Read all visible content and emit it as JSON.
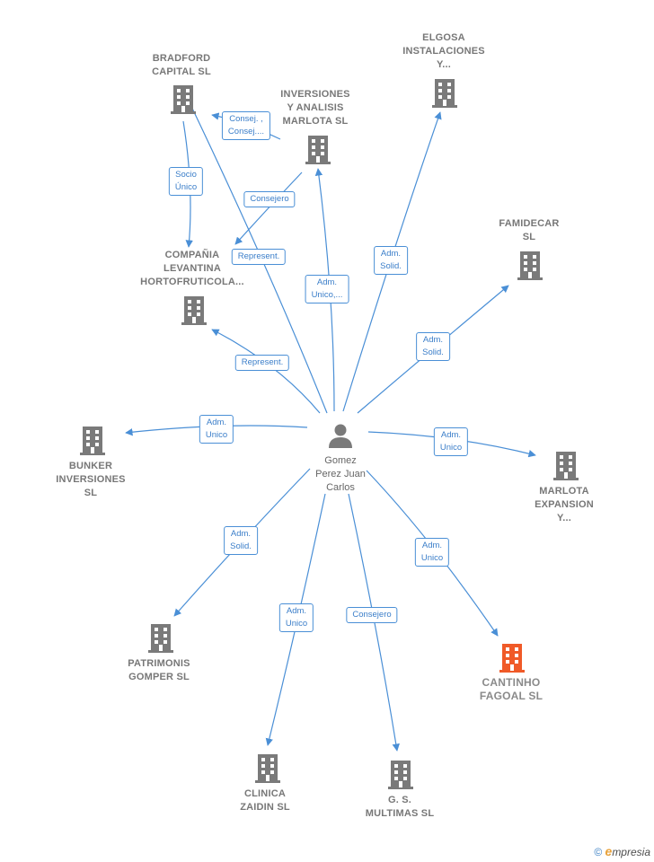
{
  "colors": {
    "edge": "#4a8fd6",
    "building": "#7a7a7a",
    "highlight": "#f05a28"
  },
  "center": {
    "label": "Gomez\nPerez Juan\nCarlos",
    "icon": "person-icon"
  },
  "companies": [
    {
      "id": "bradford",
      "label": "BRADFORD\nCAPITAL  SL"
    },
    {
      "id": "inversiones",
      "label": "INVERSIONES\nY ANALISIS\nMARLOTA  SL"
    },
    {
      "id": "elgosa",
      "label": "ELGOSA\nINSTALACIONES\nY..."
    },
    {
      "id": "famidecar",
      "label": "FAMIDECAR\nSL"
    },
    {
      "id": "compania",
      "label": "COMPAÑIA\nLEVANTINA\nHORTOFRUTICOLA..."
    },
    {
      "id": "bunker",
      "label": "BUNKER\nINVERSIONES\nSL"
    },
    {
      "id": "marlota",
      "label": "MARLOTA\nEXPANSION\nY..."
    },
    {
      "id": "patrimonis",
      "label": "PATRIMONIS\nGOMPER SL"
    },
    {
      "id": "cantinho",
      "label": "CANTINHO\nFAGOAL  SL",
      "highlight": true
    },
    {
      "id": "clinica",
      "label": "CLINICA\nZAIDIN  SL"
    },
    {
      "id": "gs",
      "label": "G. S.\nMULTIMAS  SL"
    }
  ],
  "edges": [
    {
      "id": "e-bradford",
      "label": "Consej. ,\nConsej...."
    },
    {
      "id": "e-socio",
      "label": "Socio\nÚnico"
    },
    {
      "id": "e-consejero-inv",
      "label": "Consejero"
    },
    {
      "id": "e-represent-1",
      "label": "Represent."
    },
    {
      "id": "e-inversiones",
      "label": "Adm.\nUnico,..."
    },
    {
      "id": "e-elgosa",
      "label": "Adm.\nSolid."
    },
    {
      "id": "e-famidecar",
      "label": "Adm.\nSolid."
    },
    {
      "id": "e-represent-2",
      "label": "Represent."
    },
    {
      "id": "e-bunker",
      "label": "Adm.\nUnico"
    },
    {
      "id": "e-marlota",
      "label": "Adm.\nUnico"
    },
    {
      "id": "e-patrimonis",
      "label": "Adm.\nSolid."
    },
    {
      "id": "e-cantinho",
      "label": "Adm.\nUnico"
    },
    {
      "id": "e-clinica",
      "label": "Adm.\nUnico"
    },
    {
      "id": "e-gs",
      "label": "Consejero"
    }
  ],
  "footer": {
    "copyright": "©",
    "brand_initial": "e",
    "brand": "mpresia"
  }
}
